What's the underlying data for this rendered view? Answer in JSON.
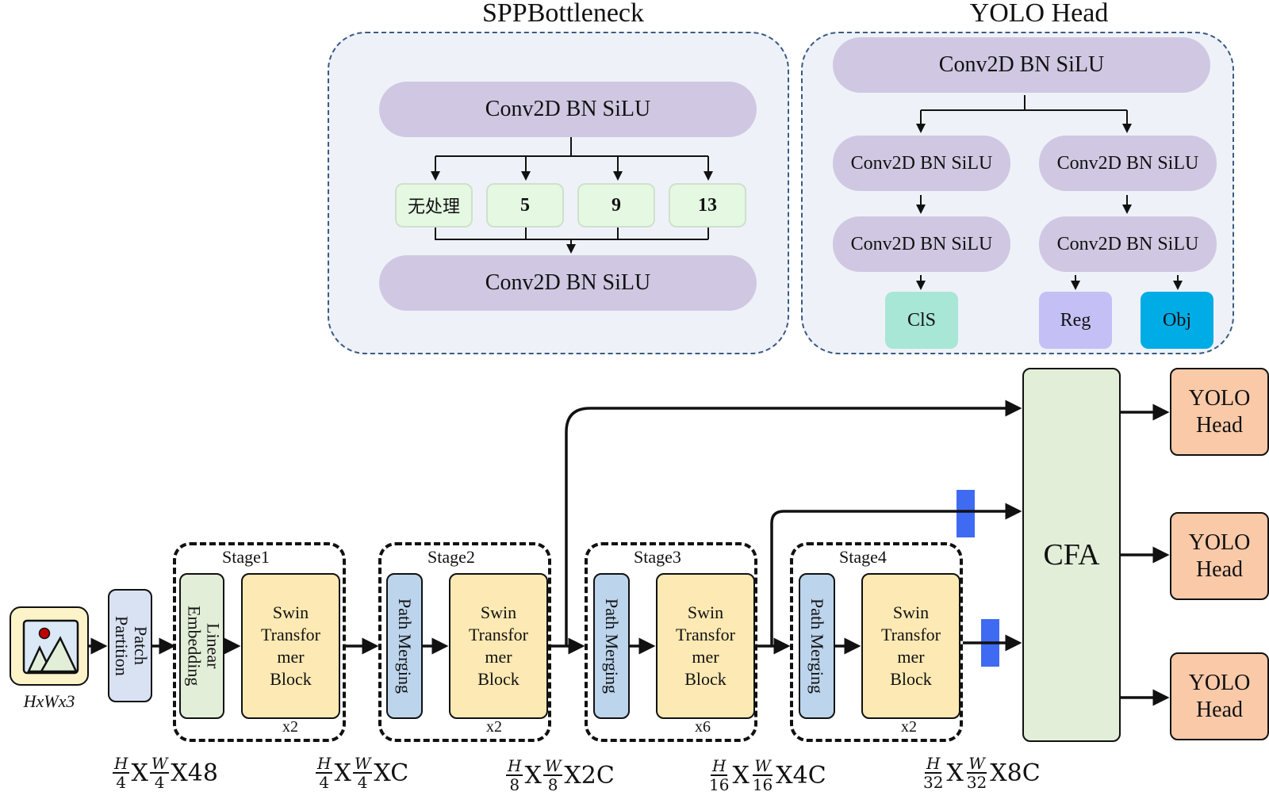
{
  "spp": {
    "title": "SPPBottleneck",
    "top_block": "Conv2D BN SiLU",
    "bottom_block": "Conv2D BN SiLU",
    "branches": [
      "无处理",
      "5",
      "9",
      "13"
    ]
  },
  "yolo_head": {
    "title": "YOLO Head",
    "top_block": "Conv2D BN SiLU",
    "left_blocks": [
      "Conv2D BN SiLU",
      "Conv2D BN SiLU"
    ],
    "right_blocks": [
      "Conv2D BN SiLU",
      "Conv2D BN SiLU"
    ],
    "outputs": [
      {
        "label": "ClS",
        "color": "#a8e6d5"
      },
      {
        "label": "Reg",
        "color": "#c4bff5"
      },
      {
        "label": "Obj",
        "color": "#00ace6"
      }
    ]
  },
  "backbone": {
    "input_label": "HxWx3",
    "patch_partition": "Patch Partition",
    "linear_embedding": "Linear Embedding",
    "stages": [
      {
        "label": "Stage1",
        "first": "Linear Embedding",
        "block": "Swin Transfor mer Block",
        "repeat": "x2"
      },
      {
        "label": "Stage2",
        "first": "Path Merging",
        "block": "Swin Transfor mer Block",
        "repeat": "x2"
      },
      {
        "label": "Stage3",
        "first": "Path Merging",
        "block": "Swin Transfor mer Block",
        "repeat": "x6"
      },
      {
        "label": "Stage4",
        "first": "Path Merging",
        "block": "Swin Transfor mer Block",
        "repeat": "x2"
      }
    ],
    "swin_lines": [
      "Swin",
      "Transfor",
      "mer",
      "Block"
    ],
    "dims": [
      {
        "h": "H",
        "hd": "4",
        "w": "W",
        "wd": "4",
        "c": "X48"
      },
      {
        "h": "H",
        "hd": "4",
        "w": "W",
        "wd": "4",
        "c": "XC"
      },
      {
        "h": "H",
        "hd": "8",
        "w": "W",
        "wd": "8",
        "c": "X2C"
      },
      {
        "h": "H",
        "hd": "16",
        "w": "W",
        "wd": "16",
        "c": "X4C"
      },
      {
        "h": "H",
        "hd": "32",
        "w": "W",
        "wd": "32",
        "c": "X8C"
      }
    ],
    "times": "X"
  },
  "neck": {
    "cfa_label": "CFA",
    "heads": [
      {
        "line1": "YOLO",
        "line2": "Head"
      },
      {
        "line1": "YOLO",
        "line2": "Head"
      },
      {
        "line1": "YOLO",
        "line2": "Head"
      }
    ]
  },
  "colors": {
    "panel_border": "#3b5a85",
    "panel_bg": "#eef2f8",
    "conv_block": "#d0c8e2",
    "kernel_box": "#e4f8e2",
    "swin_block": "#fde9b3",
    "merge_block": "#bcd4ec",
    "cfa": "#e2eed8",
    "yolo_head": "#f9c9a8",
    "connector": "#3f6bf2"
  }
}
